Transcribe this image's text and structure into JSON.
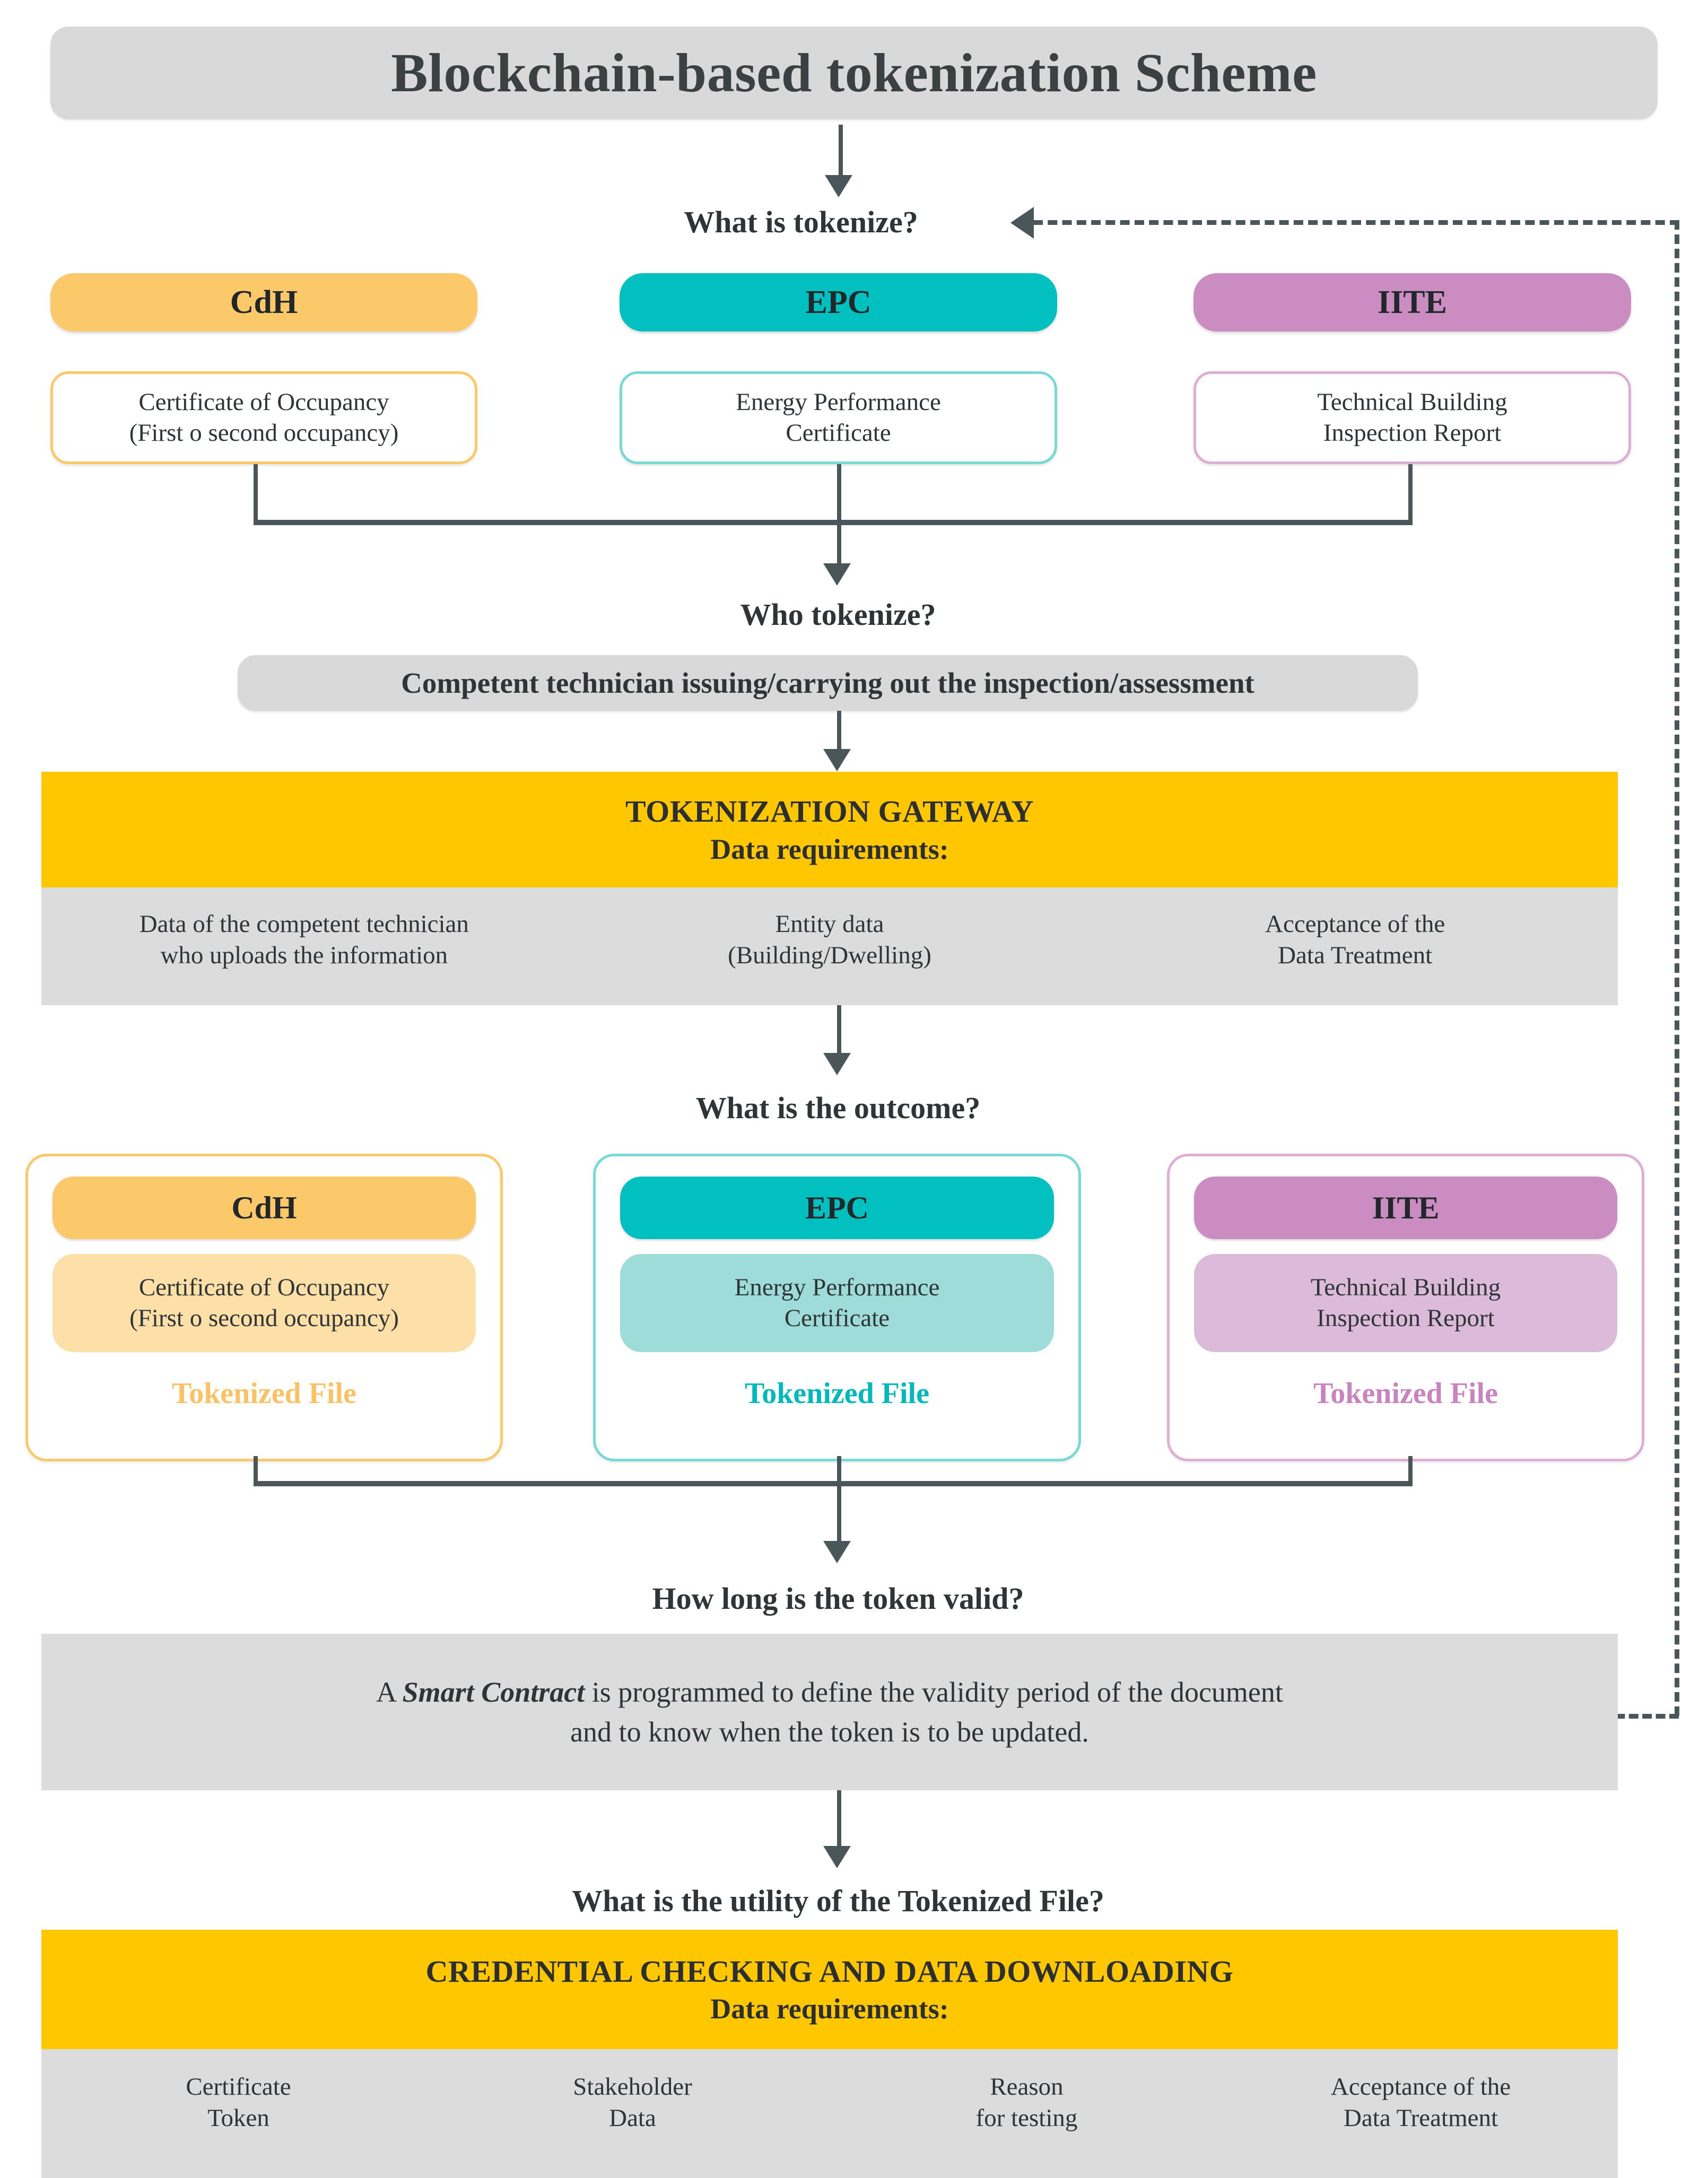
{
  "title": "Blockchain-based tokenization Scheme",
  "questions": {
    "q1": "What is tokenize?",
    "q2": "Who tokenize?",
    "q3": "What is the outcome?",
    "q4": "How long is the token valid?",
    "q5": "What is the utility of the Tokenized File?"
  },
  "documents": [
    {
      "code": "CdH",
      "name_line1": "Certificate of Occupancy",
      "name_line2": "(First o second occupancy)",
      "accent": "#FBC96A",
      "soft": "#FDDFA8",
      "border": "#FBC96A"
    },
    {
      "code": "EPC",
      "name_line1": "Energy Performance",
      "name_line2": "Certificate",
      "accent": "#02C0C0",
      "soft": "#9EDCDA",
      "border": "#79D9D7"
    },
    {
      "code": "IITE",
      "name_line1": "Technical Building",
      "name_line2": "Inspection Report",
      "accent": "#CB8CC2",
      "soft": "#DCBADA",
      "border": "#DFAED6"
    }
  ],
  "who_tokenize": {
    "actor": "Competent technician issuing/carrying out the inspection/assessment"
  },
  "gateway": {
    "heading": "TOKENIZATION GATEWAY",
    "subheading": "Data requirements:",
    "requirements": [
      {
        "line1": "Data of the competent technician",
        "line2": "who uploads the information"
      },
      {
        "line1": "Entity data",
        "line2": "(Building/Dwelling)"
      },
      {
        "line1": "Acceptance of the",
        "line2": "Data Treatment"
      }
    ]
  },
  "outcome": {
    "tokenized_label": "Tokenized File",
    "cards": [
      {
        "code": "CdH",
        "name_line1": "Certificate of Occupancy",
        "name_line2": "(First o second occupancy)"
      },
      {
        "code": "EPC",
        "name_line1": "Energy Performance",
        "name_line2": "Certificate"
      },
      {
        "code": "IITE",
        "name_line1": "Technical Building",
        "name_line2": "Inspection Report"
      }
    ]
  },
  "smart_contract": {
    "lead": "A ",
    "emphasis": "Smart Contract",
    "line1_rest": " is programmed to define the validity period of the document",
    "line2": "and to know when the token is to be updated."
  },
  "credential": {
    "heading": "CREDENTIAL CHECKING AND DATA DOWNLOADING",
    "subheading": "Data requirements:",
    "requirements": [
      {
        "line1": "Certificate",
        "line2": "Token"
      },
      {
        "line1": "Stakeholder",
        "line2": "Data"
      },
      {
        "line1": "Reason",
        "line2": "for testing"
      },
      {
        "line1": "Acceptance of the",
        "line2": "Data Treatment"
      }
    ]
  },
  "colors": {
    "title_bar": "#D9D9D9",
    "gateway_yellow": "#FFC700",
    "gateway_grey": "#DCDCDC",
    "connector": "#4A5659",
    "cdh": "#FBC96A",
    "epc": "#02C0C0",
    "iite": "#CB8CC2"
  }
}
